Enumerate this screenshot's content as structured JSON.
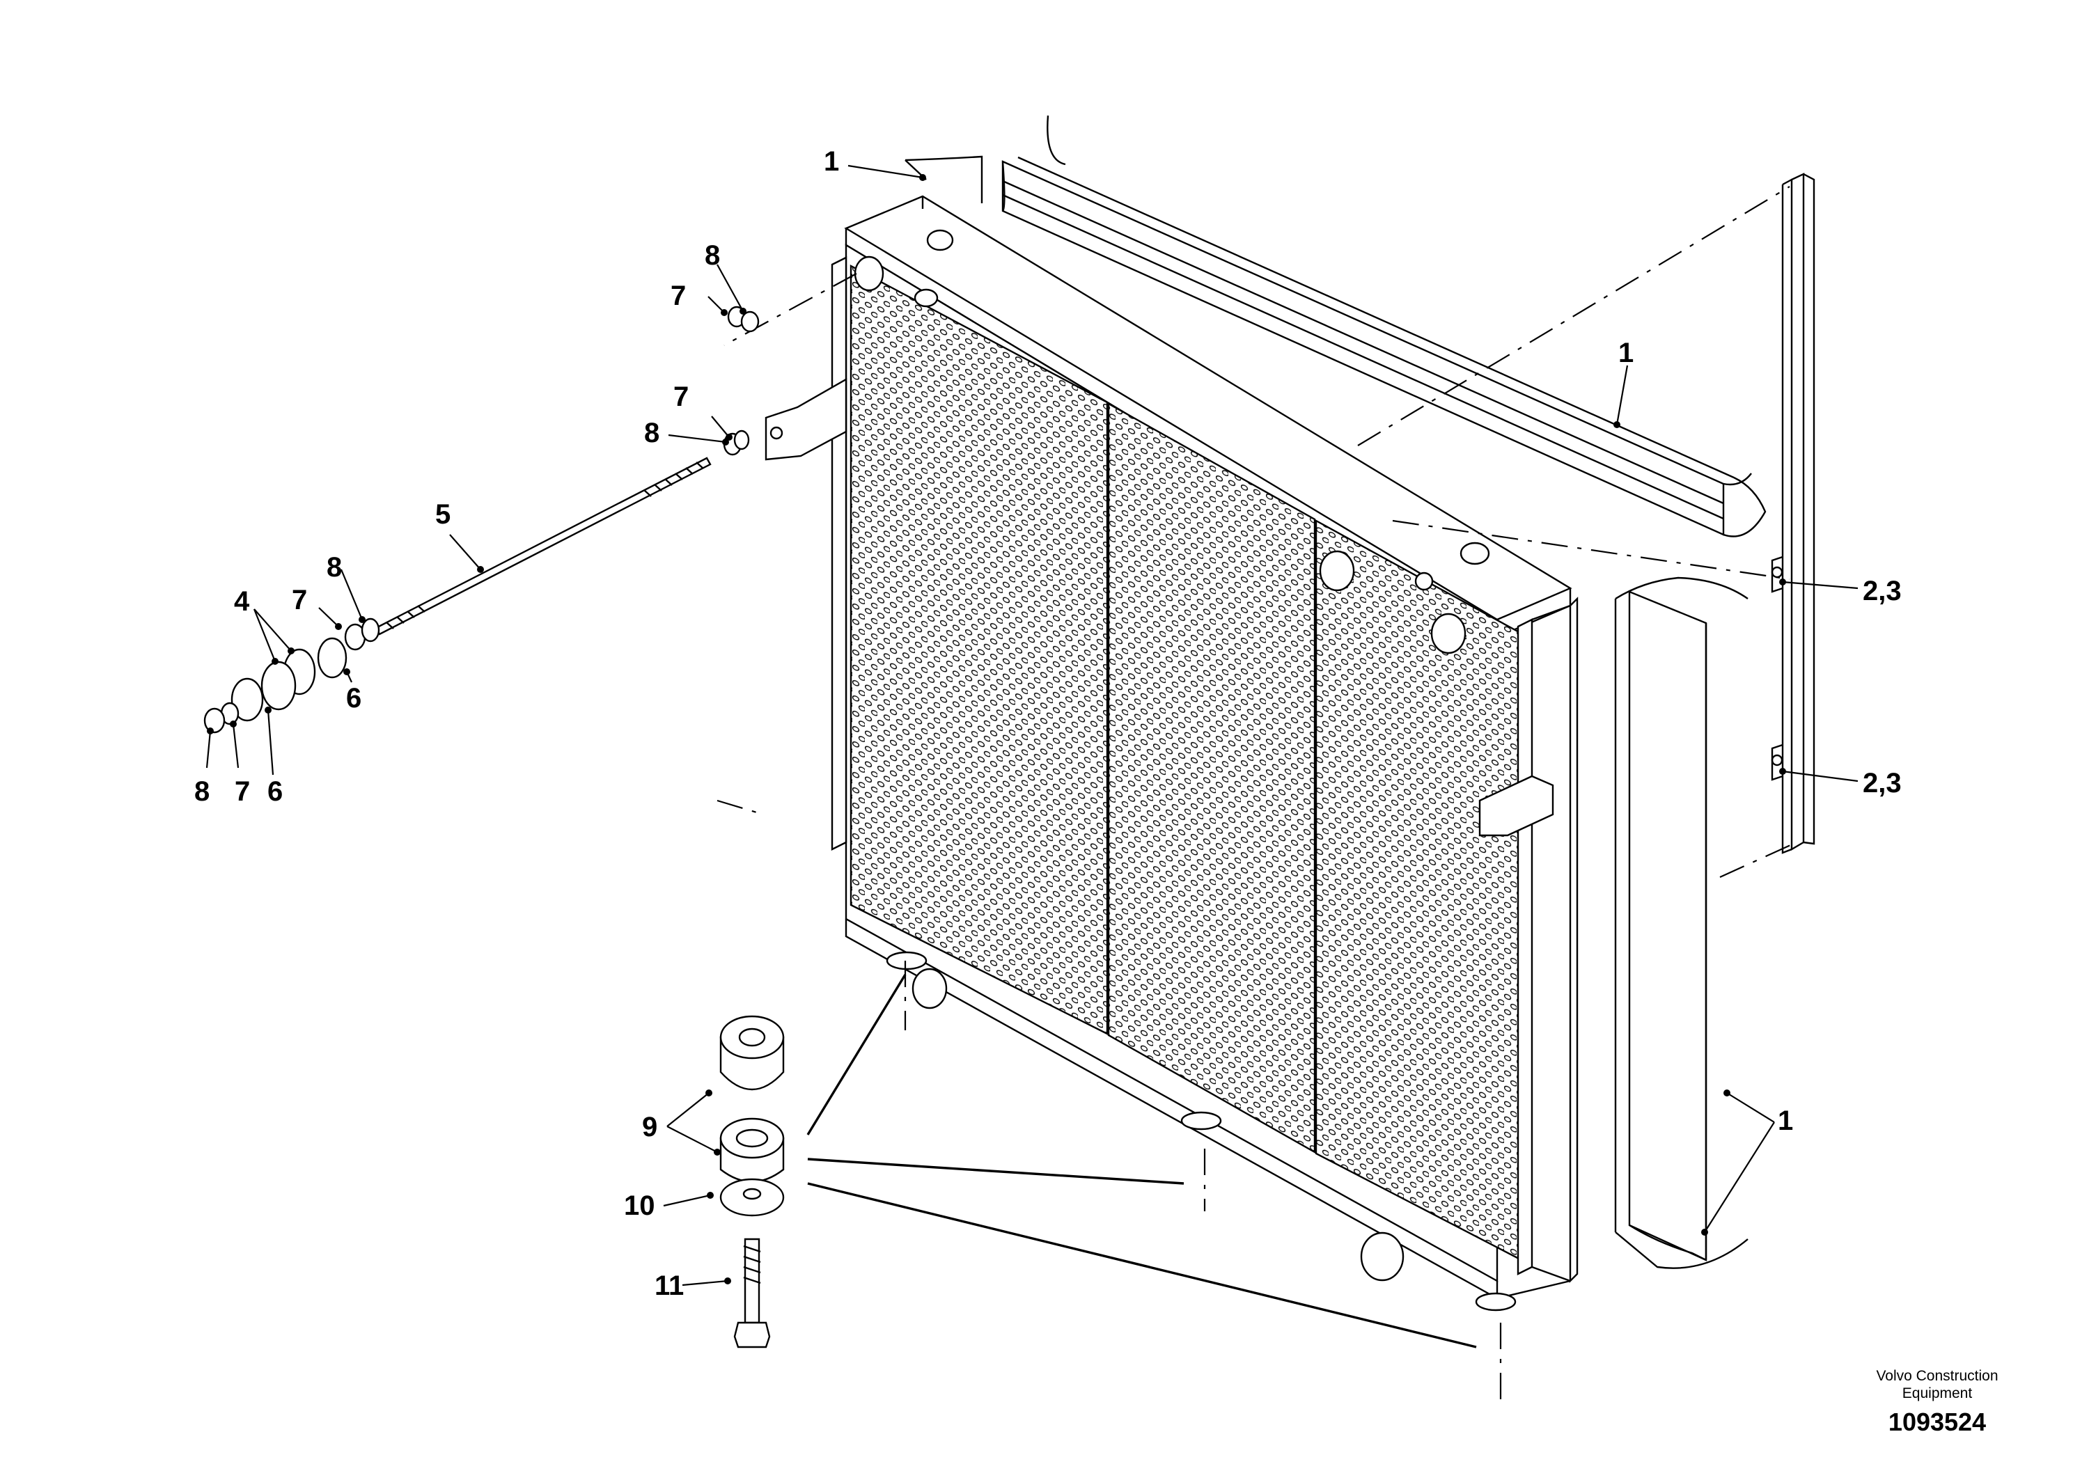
{
  "callouts": {
    "c1_top": "1",
    "c1_right": "1",
    "c1_bottom": "1",
    "c2_3_upper": "2,3",
    "c2_3_lower": "2,3",
    "c4": "4",
    "c5": "5",
    "c6_right": "6",
    "c6_left": "6",
    "c7_top": "7",
    "c7_mid": "7",
    "c7_rod": "7",
    "c7_left": "7",
    "c8_top": "8",
    "c8_mid": "8",
    "c8_rod": "8",
    "c8_left": "8",
    "c9": "9",
    "c10": "10",
    "c11": "11"
  },
  "footer": {
    "brand_line1": "Volvo Construction",
    "brand_line2": "Equipment",
    "drawing_number": "1093524"
  }
}
